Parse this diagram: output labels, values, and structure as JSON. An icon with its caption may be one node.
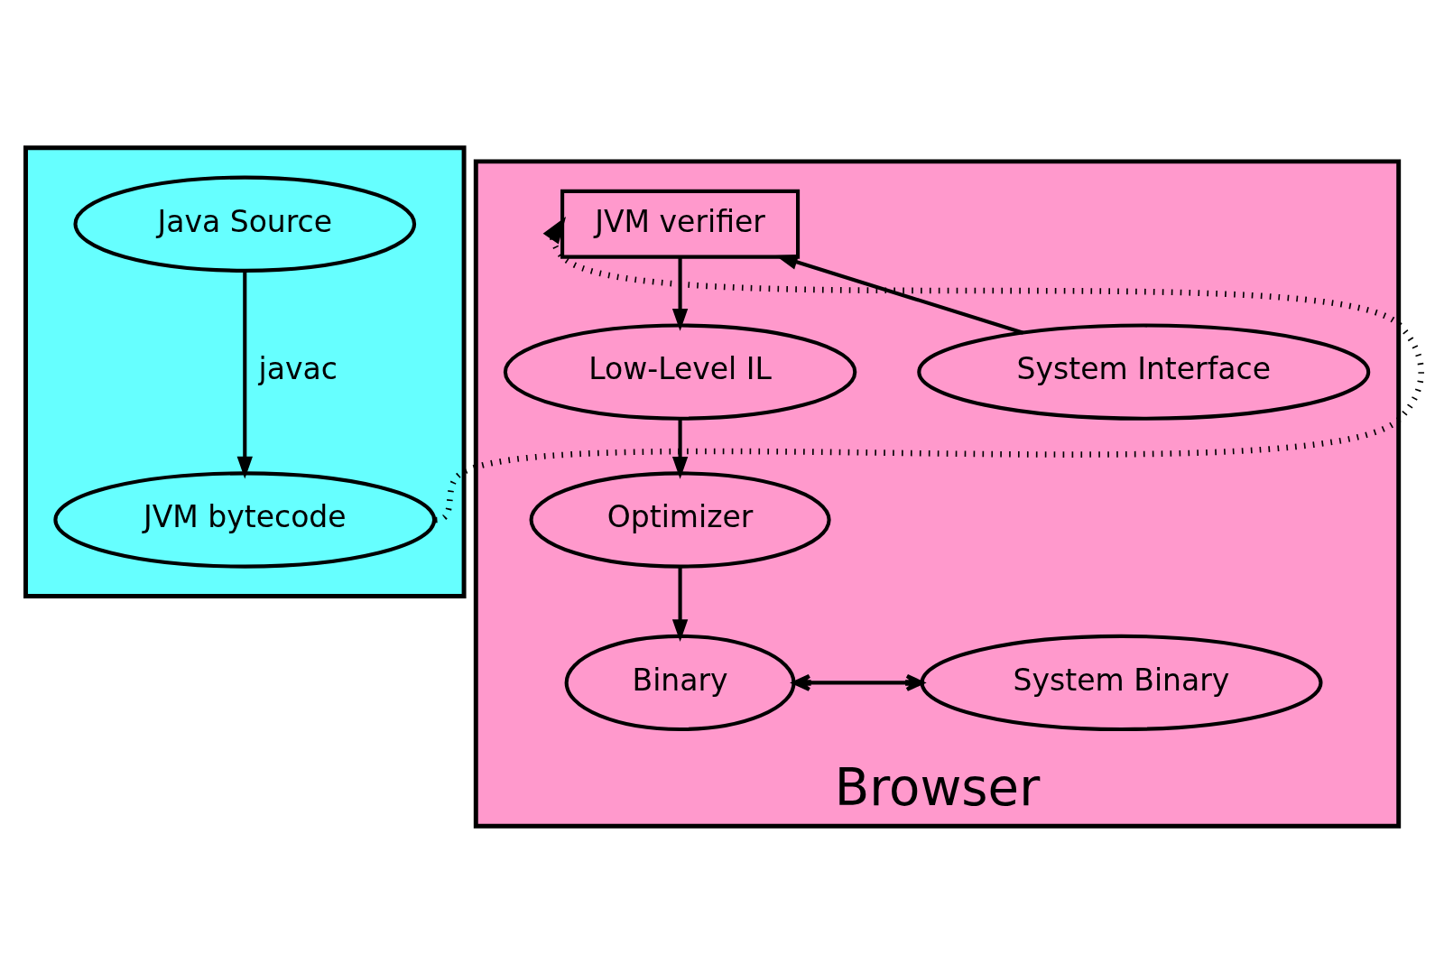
{
  "diagram": {
    "nodes": [
      {
        "text": [],
        "shape": "box"
      },
      {
        "text": [
          "Java Source"
        ],
        "in": 0
      },
      {
        "text": [
          "JVM bytecode"
        ],
        "in": 0
      },
      {
        "text": [
          "Browser"
        ]
      },
      {
        "text": [
          "JVM verifier"
        ],
        "in": 3
      },
      {
        "text": [
          "System Interface"
        ],
        "in": 3
      },
      {
        "text": [
          "Low-Level IL"
        ],
        "in": 3
      },
      {
        "text": [
          "Optimizer"
        ],
        "in": 3
      },
      {
        "text": [
          "Binary"
        ],
        "in": 3
      },
      {
        "text": [
          "System Binary"
        ],
        "in": 3
      }
    ],
    "edges": [
      {
        "from": 1,
        "to": 2,
        "arrow": "to",
        "label": "javac"
      },
      {
        "from": 2,
        "to": 4,
        "arrow": "to",
        "style": "dashed"
      },
      {
        "from": 5,
        "to": 4,
        "arrow": "to"
      },
      {
        "from": 4,
        "to": 6,
        "arrow": "to"
      },
      {
        "from": 6,
        "to": 7,
        "arrow": "to"
      },
      {
        "from": 7,
        "to": 8,
        "arrow": "to"
      },
      {
        "from": 8,
        "to": 9,
        "arrow": "both"
      }
    ]
  }
}
